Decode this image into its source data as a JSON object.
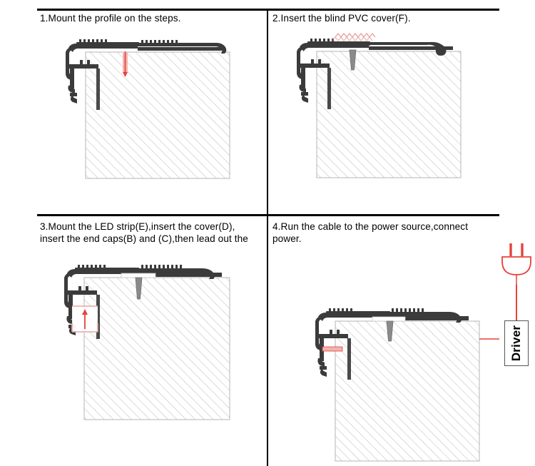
{
  "document": {
    "title": "LED stair nosing profile installation steps",
    "accent_red": "#e8403a",
    "hatch_color": "#b9b9b9",
    "profile_color": "#3a3a3a",
    "frame_color": "#000000"
  },
  "panels": [
    {
      "number": "1",
      "caption": "1.Mount the profile on the steps.",
      "graphic": "profile-mounted-on-step",
      "annotations": {
        "arrow": "red-down-arrow-fixing"
      }
    },
    {
      "number": "2",
      "caption": "2.Insert the blind PVC cover(F).",
      "graphic": "profile-with-pvc-cover",
      "annotations": {
        "squiggle": "red-zigzag-pvc-strip"
      }
    },
    {
      "number": "3",
      "caption": "3.Mount the LED strip(E),insert the cover(D),\ninsert the end caps(B) and (C),then lead out the",
      "graphic": "profile-with-led-strip-and-cover",
      "annotations": {
        "arrow": "red-up-arrow-insert-cover"
      }
    },
    {
      "number": "4",
      "caption": "4.Run the cable to the power source,connect\npower.",
      "graphic": "profile-complete-with-cable",
      "annotations": {
        "plug_icon": "power-plug-icon",
        "cable": "red-cable-line",
        "driver_label": "Driver"
      }
    }
  ]
}
